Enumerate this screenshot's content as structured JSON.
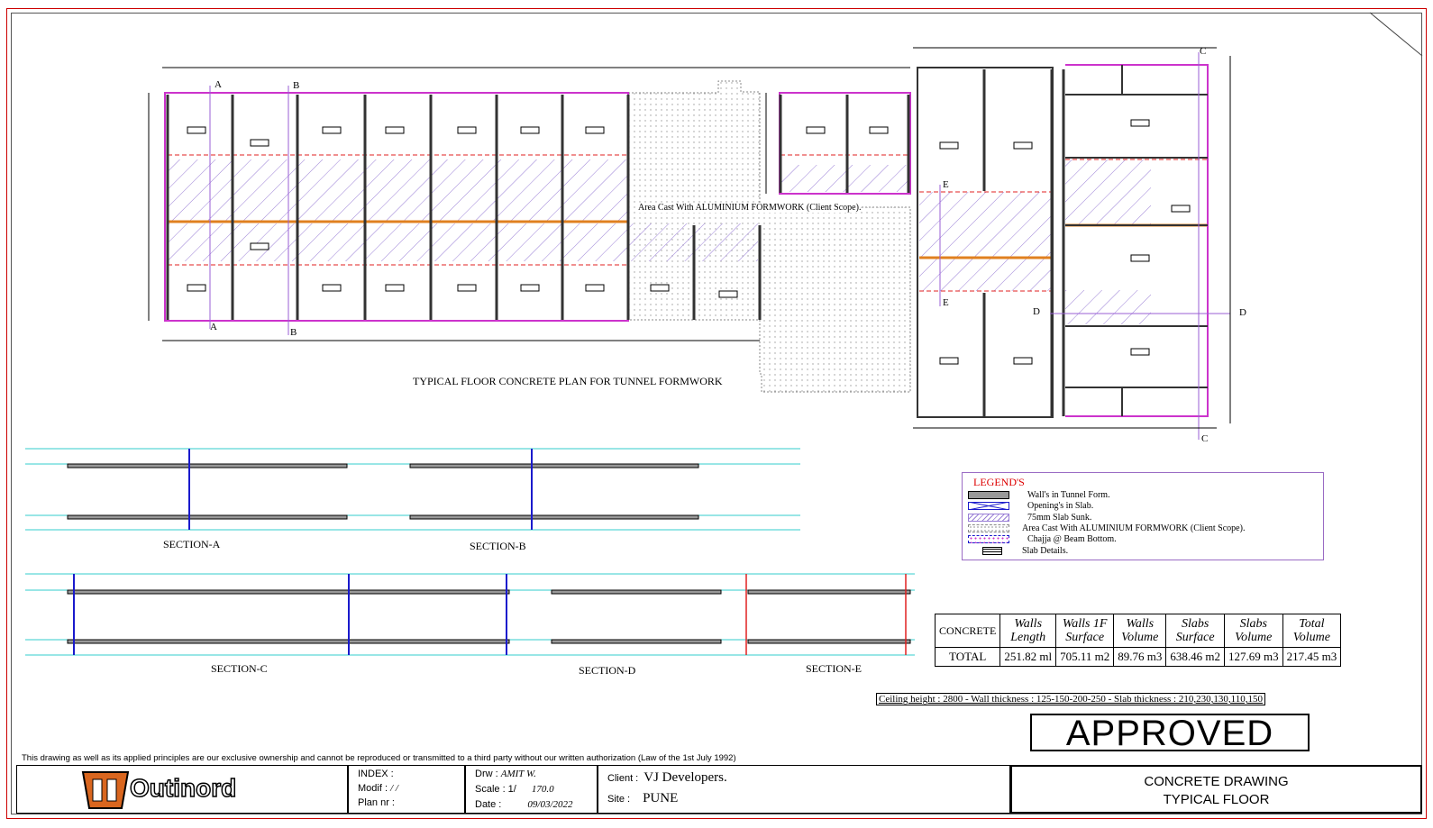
{
  "plan": {
    "title": "TYPICAL FLOOR CONCRETE PLAN FOR TUNNEL FORMWORK",
    "area_note": "Area Cast With ALUMINIUM FORMWORK (Client Scope).",
    "section_marks": [
      "A",
      "A",
      "B",
      "B",
      "C",
      "C",
      "D",
      "D",
      "E",
      "E"
    ]
  },
  "sections": {
    "a": "SECTION-A",
    "b": "SECTION-B",
    "c": "SECTION-C",
    "d": "SECTION-D",
    "e": "SECTION-E"
  },
  "legend": {
    "title": "LEGEND'S",
    "items": [
      {
        "symbol": "wall-icon",
        "label": "Wall's in Tunnel Form."
      },
      {
        "symbol": "opening-icon",
        "label": "Opening's in Slab."
      },
      {
        "symbol": "slab-sunk-icon",
        "label": "75mm Slab Sunk."
      },
      {
        "symbol": "aluminium-area-icon",
        "label": "Area Cast With ALUMINIUM FORMWORK (Client Scope)."
      },
      {
        "symbol": "chajja-icon",
        "label": "Chajja @ Beam Bottom."
      },
      {
        "symbol": "slab-detail-icon",
        "label": "Slab Details."
      }
    ]
  },
  "concrete_table": {
    "row_header": "CONCRETE",
    "columns": [
      [
        "Walls",
        "Length"
      ],
      [
        "Walls 1F",
        "Surface"
      ],
      [
        "Walls",
        "Volume"
      ],
      [
        "Slabs",
        "Surface"
      ],
      [
        "Slabs",
        "Volume"
      ],
      [
        "Total",
        "Volume"
      ]
    ],
    "total_label": "TOTAL",
    "total_values": [
      "251.82 ml",
      "705.11 m2",
      "89.76 m3",
      "638.46 m2",
      "127.69 m3",
      "217.45 m3"
    ]
  },
  "ceiling_note": "Ceiling height : 2800 - Wall thickness : 125-150-200-250 - Slab thickness : 210,230,130,110,150",
  "approved_stamp": "APPROVED",
  "disclaimer": "This drawing as well as its applied principles are our exclusive ownership and cannot be reproduced or transmitted to a third party without our written authorization (Law of the 1st July 1992)",
  "title_block": {
    "logo_text": "Outinord",
    "index_label": "INDEX :",
    "modif_label": "Modif :",
    "modif_value": "/ /",
    "plan_label": "Plan nr :",
    "drw_label": "Drw :",
    "drw_value": "AMIT W.",
    "scale_label": "Scale : 1/",
    "scale_value": "170.0",
    "date_label": "Date :",
    "date_value": "09/03/2022",
    "client_label": "Client :",
    "client_value": "VJ Developers.",
    "site_label": "Site :",
    "site_value": "PUNE",
    "drawing_title_1": "CONCRETE DRAWING",
    "drawing_title_2": "TYPICAL FLOOR"
  },
  "colors": {
    "border": "#cc0000",
    "magenta": "#cc33cc",
    "hatch": "#9a7fd6",
    "orange": "#e08020",
    "red_dash": "#e02020",
    "cyan": "#33cccc",
    "blue": "#1a1acc"
  }
}
